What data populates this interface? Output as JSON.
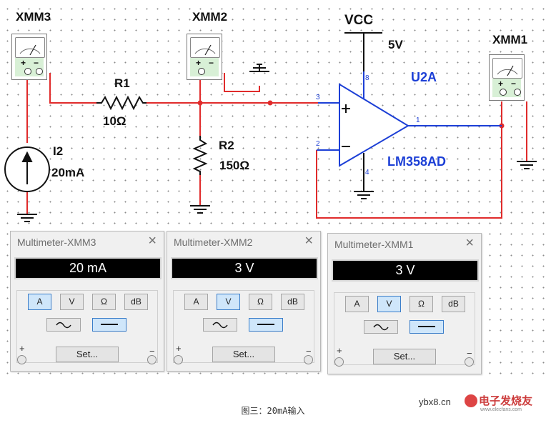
{
  "schematic": {
    "meter_labels": {
      "xmm3": "XMM3",
      "xmm2": "XMM2",
      "xmm1": "XMM1"
    },
    "vcc": {
      "label": "VCC",
      "value": "5V"
    },
    "r1": {
      "name": "R1",
      "value": "10Ω"
    },
    "r2": {
      "name": "R2",
      "value": "150Ω"
    },
    "source": {
      "name": "I2",
      "value": "20mA"
    },
    "opamp": {
      "ref": "U2A",
      "part": "LM358AD",
      "pins": {
        "p3": "3",
        "p2": "2",
        "p8": "8",
        "p4": "4",
        "p1": "1"
      }
    },
    "plus_sign": "+",
    "minus_sign": "−"
  },
  "panels": [
    {
      "title": "Multimeter-XMM3",
      "reading": "20 mA",
      "mode": "A"
    },
    {
      "title": "Multimeter-XMM2",
      "reading": "3 V",
      "mode": "V"
    },
    {
      "title": "Multimeter-XMM1",
      "reading": "3 V",
      "mode": "V"
    }
  ],
  "panel_ui": {
    "modes": [
      "A",
      "V",
      "Ω",
      "dB"
    ],
    "set_label": "Set...",
    "close_glyph": "×",
    "plus": "+",
    "minus": "−",
    "coupling_selected": "dc"
  },
  "caption": "图三：20mA输入",
  "watermark": {
    "site": "ybx8.cn",
    "brand": "电子发烧友",
    "url": "www.elecfans.com"
  },
  "colors": {
    "wire": "#e02b2b",
    "opamp": "#1c3fd6",
    "meter_green": "#d8f0d6",
    "selected_button": "#cfe6fa"
  }
}
